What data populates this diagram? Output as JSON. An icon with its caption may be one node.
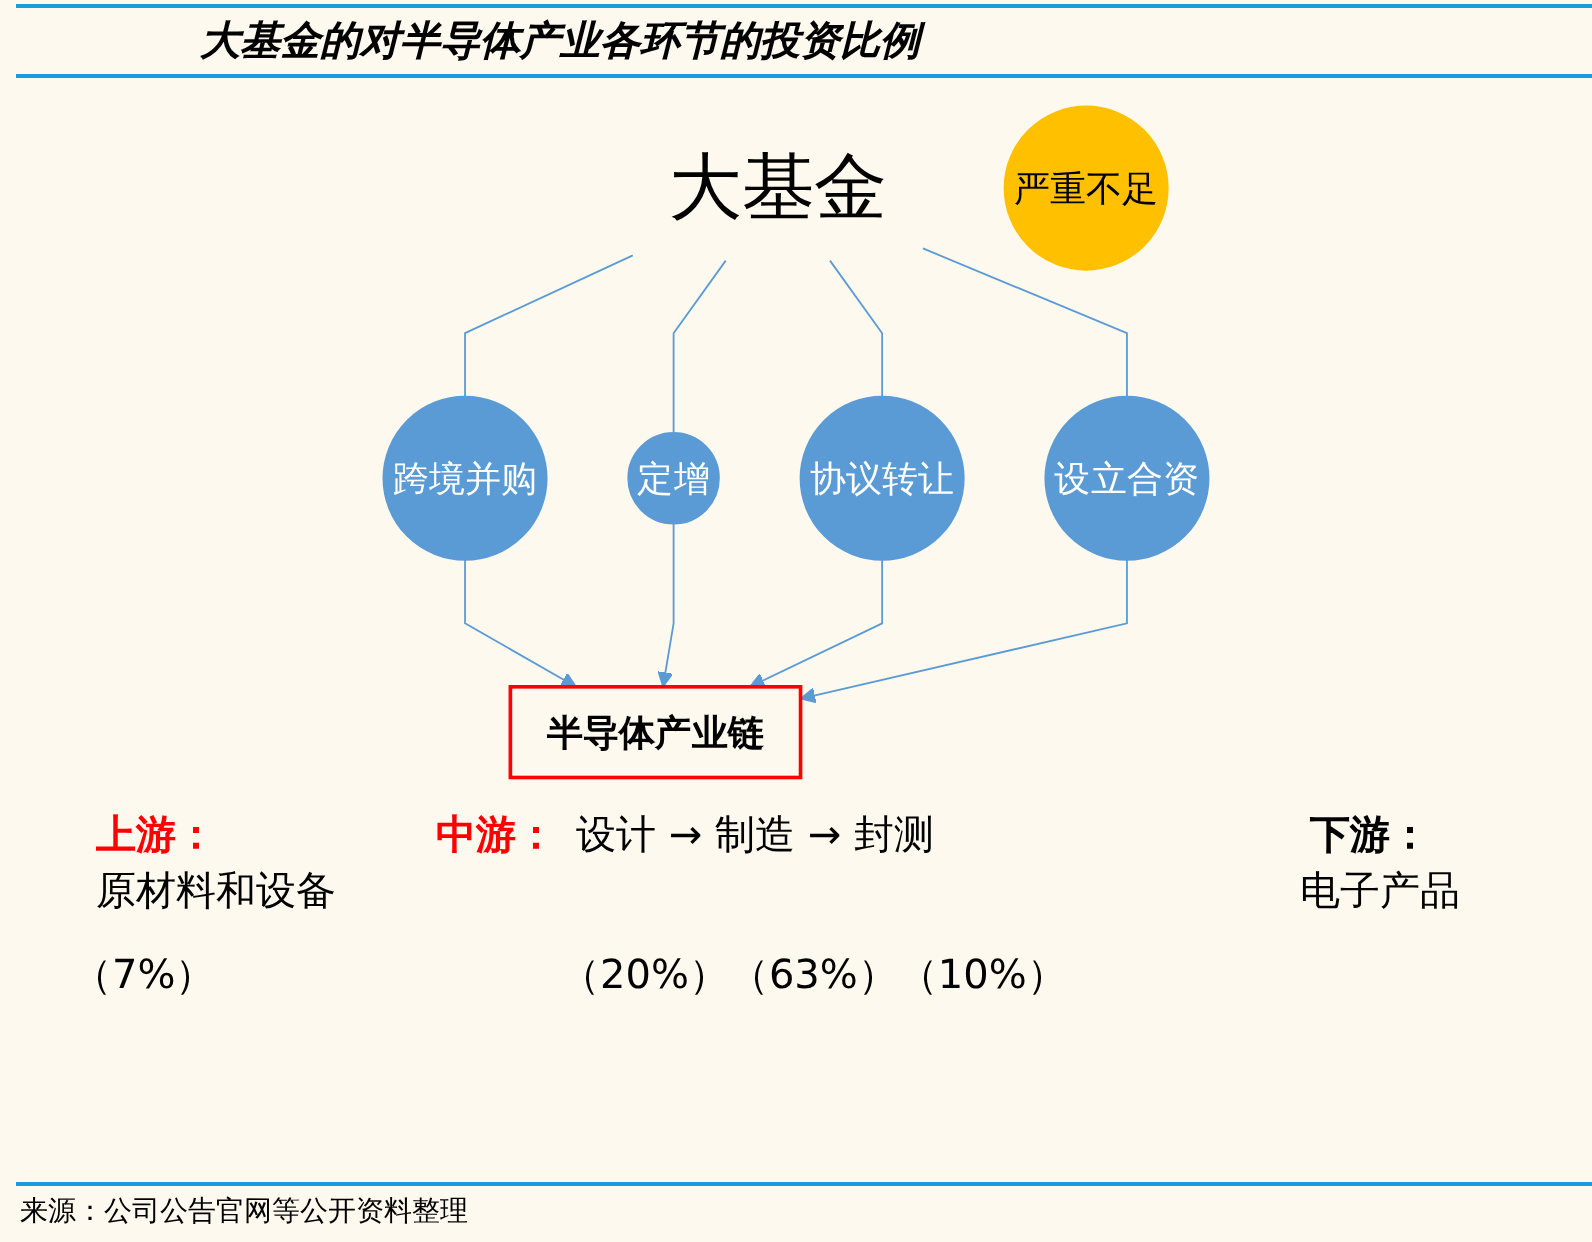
{
  "diagram": {
    "title": "大基金的对半导体产业各环节的投资比例",
    "caption": "来源：公司公告官网等公开资料整理",
    "nodes": [
      {
        "text": [
          "大基金"
        ]
      },
      {
        "text": [
          "跨境并购"
        ]
      },
      {
        "text": [
          "定增"
        ]
      },
      {
        "text": [
          "协议转让"
        ]
      },
      {
        "text": [
          "设立合资"
        ]
      },
      {
        "text": [
          "半导体产业链"
        ]
      },
      {
        "text": [
          "严重不足"
        ]
      }
    ],
    "edges": [
      {
        "from": 0,
        "to": 1,
        "arrow": "none"
      },
      {
        "from": 0,
        "to": 2,
        "arrow": "none"
      },
      {
        "from": 0,
        "to": 3,
        "arrow": "none"
      },
      {
        "from": 0,
        "to": 4,
        "arrow": "none"
      },
      {
        "from": 1,
        "to": 5,
        "arrow": "to"
      },
      {
        "from": 2,
        "to": 5,
        "arrow": "to"
      },
      {
        "from": 3,
        "to": 5,
        "arrow": "to"
      },
      {
        "from": 4,
        "to": 5,
        "arrow": "to"
      }
    ],
    "labels": [
      "上游：",
      "原材料和设备",
      "（7%）",
      "中游：",
      "设计 → 制造 → 封测",
      "（20%）（63%）（10%）",
      "下游：",
      "电子产品"
    ]
  }
}
